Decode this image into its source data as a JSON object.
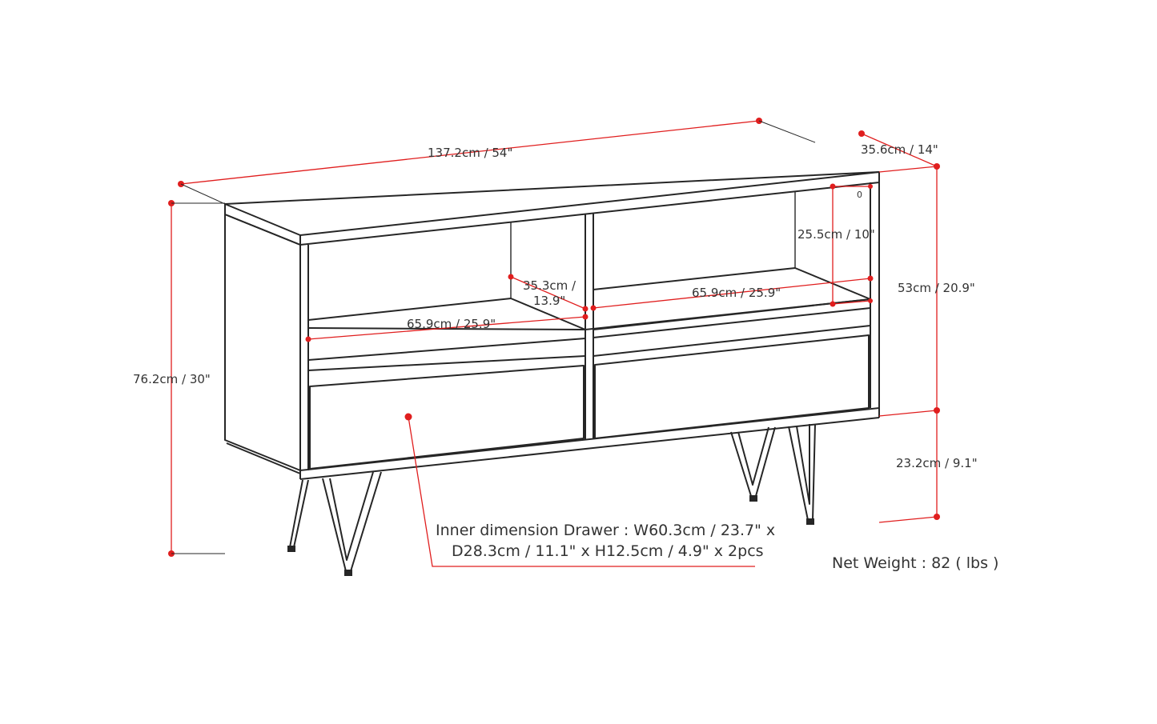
{
  "dimensions": {
    "overall_width": "137.2cm / 54\"",
    "depth": "35.6cm / 14\"",
    "overall_height": "76.2cm / 30\"",
    "cabinet_height": "53cm / 20.9\"",
    "leg_height": "23.2cm / 9.1\"",
    "shelf_height": "25.5cm / 10\"",
    "inner_depth_line1": "35.3cm /",
    "inner_depth_line2": "13.9\"",
    "shelf_width_right": "65.9cm / 25.9\"",
    "shelf_width_left": "65.9cm / 25.9\"",
    "small_mark": "0"
  },
  "drawer_note": {
    "line1": "Inner dimension Drawer : W60.3cm / 23.7\" x",
    "line2": "D28.3cm / 11.1\" x H12.5cm / 4.9\" x 2pcs"
  },
  "net_weight": "Net Weight : 82 ( lbs )",
  "colors": {
    "dimension": "#e01e1e",
    "outline": "#262626",
    "text": "#333333"
  }
}
